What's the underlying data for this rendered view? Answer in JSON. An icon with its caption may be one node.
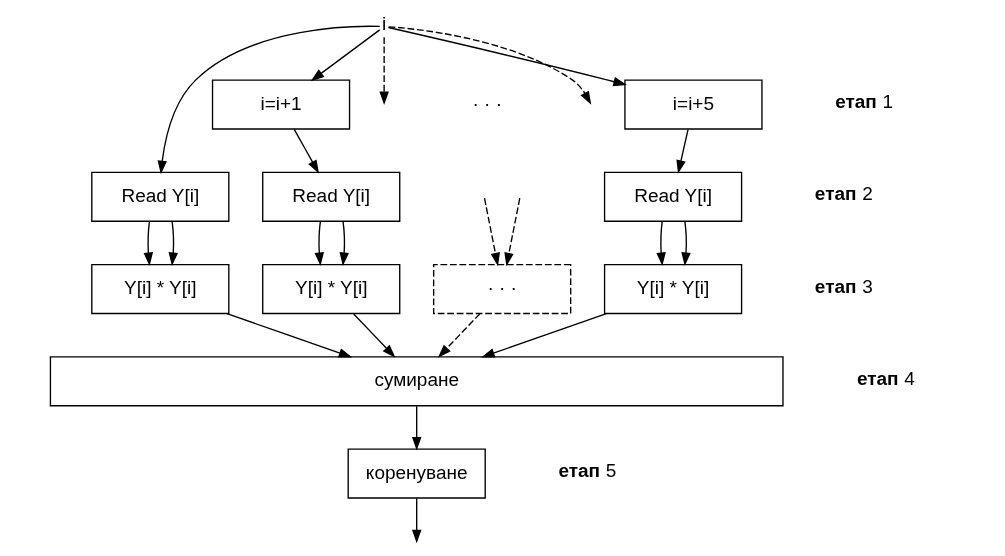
{
  "diagram": {
    "nodes": [
      {
        "text": [
          "i"
        ]
      },
      {
        "text": [
          "i=i+1"
        ]
      },
      {
        "text": [
          "i=i+5"
        ]
      },
      {
        "text": [
          "Read Y[i]"
        ]
      },
      {
        "text": [
          "Read Y[i]"
        ]
      },
      {
        "text": [
          "Read Y[i]"
        ]
      },
      {
        "text": [
          "Y[i] * Y[i]"
        ]
      },
      {
        "text": [
          "Y[i] * Y[i]"
        ]
      },
      {
        "text": [
          "· · ·"
        ]
      },
      {
        "text": [
          "Y[i] * Y[i]"
        ]
      },
      {
        "text": [
          "сумиране"
        ]
      },
      {
        "text": [
          "коренуване"
        ]
      }
    ],
    "edges": [
      {
        "from": 0,
        "to": 3,
        "arrow": "to"
      },
      {
        "from": 0,
        "to": 1,
        "arrow": "to"
      },
      {
        "from": 0,
        "to": null,
        "arrow": "to",
        "style": "dashed"
      },
      {
        "from": 0,
        "to": null,
        "arrow": "to",
        "style": "dashed"
      },
      {
        "from": 0,
        "to": 2,
        "arrow": "to"
      },
      {
        "from": 1,
        "to": 4,
        "arrow": "to"
      },
      {
        "from": 2,
        "to": 5,
        "arrow": "to"
      },
      {
        "from": 3,
        "to": 6,
        "arrow": "to"
      },
      {
        "from": 3,
        "to": 6,
        "arrow": "to"
      },
      {
        "from": 4,
        "to": 7,
        "arrow": "to"
      },
      {
        "from": 4,
        "to": 7,
        "arrow": "to"
      },
      {
        "from": null,
        "to": 8,
        "arrow": "to",
        "style": "dashed"
      },
      {
        "from": null,
        "to": 8,
        "arrow": "to",
        "style": "dashed"
      },
      {
        "from": 5,
        "to": 9,
        "arrow": "to"
      },
      {
        "from": 5,
        "to": 9,
        "arrow": "to"
      },
      {
        "from": 6,
        "to": 10,
        "arrow": "to"
      },
      {
        "from": 7,
        "to": 10,
        "arrow": "to"
      },
      {
        "from": 8,
        "to": 10,
        "arrow": "to",
        "style": "dashed"
      },
      {
        "from": 9,
        "to": 10,
        "arrow": "to"
      },
      {
        "from": 10,
        "to": 11,
        "arrow": "to"
      },
      {
        "from": 11,
        "to": null,
        "arrow": "to"
      }
    ],
    "labels": [
      "· · ·",
      "**етап** 1",
      "**етап** 2",
      "**етап** 3",
      "**етап** 4",
      "**етап** 5"
    ]
  }
}
